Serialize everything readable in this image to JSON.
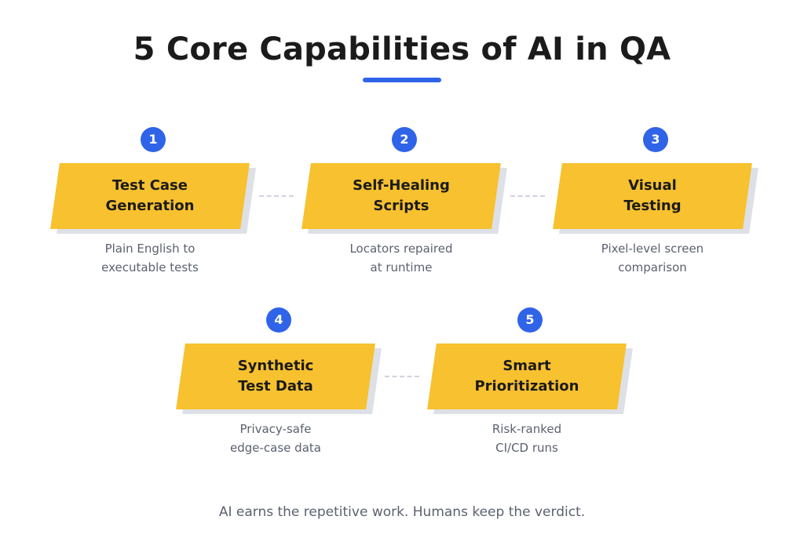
{
  "title": "5 Core Capabilities of AI in QA",
  "capabilities": [
    {
      "number": "1",
      "label_line1": "Test Case",
      "label_line2": "Generation",
      "desc_line1": "Plain English to",
      "desc_line2": "executable tests"
    },
    {
      "number": "2",
      "label_line1": "Self-Healing",
      "label_line2": "Scripts",
      "desc_line1": "Locators repaired",
      "desc_line2": "at runtime"
    },
    {
      "number": "3",
      "label_line1": "Visual",
      "label_line2": "Testing",
      "desc_line1": "Pixel-level screen",
      "desc_line2": "comparison"
    },
    {
      "number": "4",
      "label_line1": "Synthetic",
      "label_line2": "Test Data",
      "desc_line1": "Privacy-safe",
      "desc_line2": "edge-case data"
    },
    {
      "number": "5",
      "label_line1": "Smart",
      "label_line2": "Prioritization",
      "desc_line1": "Risk-ranked",
      "desc_line2": "CI/CD runs"
    }
  ],
  "footer": "AI earns the repetitive work. Humans keep the verdict.",
  "colors": {
    "accent": "#2f64e8",
    "box": "#f7c12f",
    "box_shadow": "#dde0e6",
    "text": "#1b1b1b",
    "muted": "#5c6170"
  }
}
